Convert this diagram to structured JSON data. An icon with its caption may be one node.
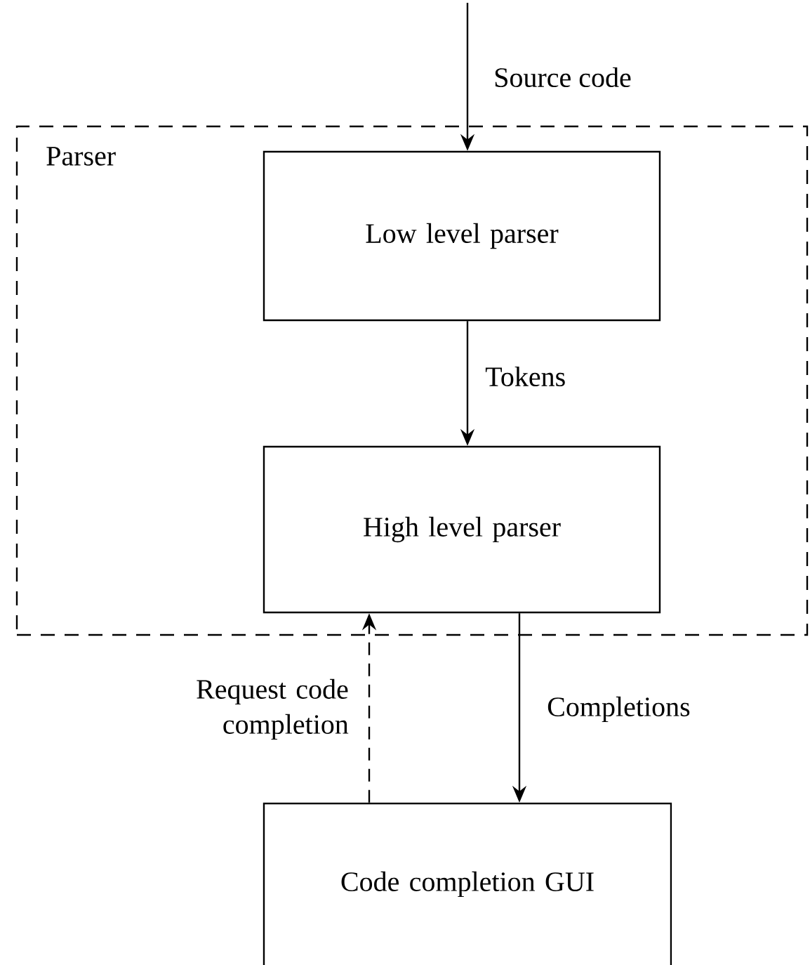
{
  "diagram": {
    "nodes": [
      {
        "text": [
          "Parser"
        ]
      },
      {
        "text": [
          "Low level parser"
        ],
        "in": 0
      },
      {
        "text": [
          "High level parser"
        ],
        "in": 0
      },
      {
        "text": [
          "Code completion GUI"
        ]
      }
    ],
    "edges": [
      {
        "from": null,
        "to": 1,
        "arrow": "to",
        "label": "Source code"
      },
      {
        "from": 1,
        "to": 2,
        "arrow": "to",
        "label": "Tokens"
      },
      {
        "from": 2,
        "to": 3,
        "arrow": "to",
        "label": "Completions"
      },
      {
        "from": 3,
        "to": 2,
        "arrow": "to",
        "label": "Request code completion",
        "style": "dashed"
      }
    ]
  }
}
